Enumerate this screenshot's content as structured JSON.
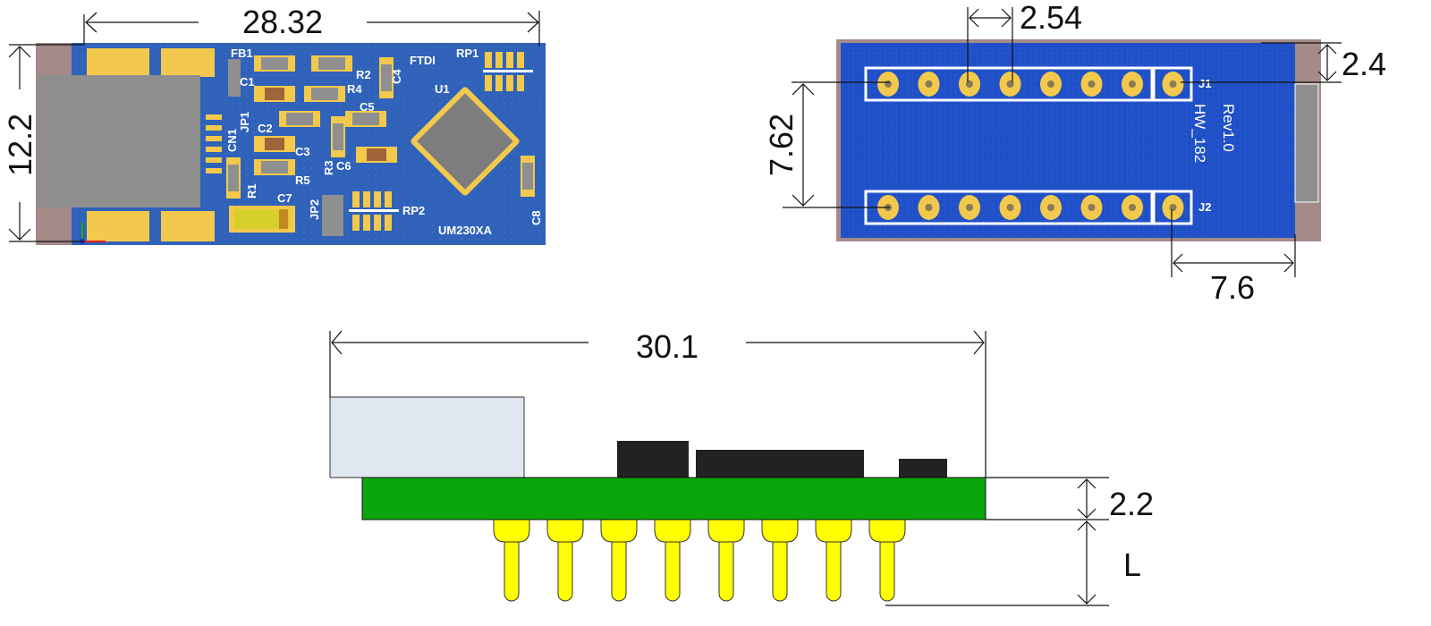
{
  "top_view": {
    "dim_width": "28.32",
    "dim_height": "12.2",
    "labels": {
      "fb1": "FB1",
      "c1": "C1",
      "r2": "R2",
      "r4": "R4",
      "c4": "C4",
      "ftdi": "FTDI",
      "rp1": "RP1",
      "u1": "U1",
      "c5": "C5",
      "jp1": "JP1",
      "cn1": "CN1",
      "c2": "C2",
      "c3": "C3",
      "r3": "R3",
      "c6": "C6",
      "r1": "R1",
      "r5": "R5",
      "c7": "C7",
      "jp2": "JP2",
      "rp2": "RP2",
      "um": "UM230XA",
      "c8": "C8"
    }
  },
  "bottom_view": {
    "dim_pitch": "2.54",
    "dim_row_spacing": "7.62",
    "dim_edge_offset": "2.4",
    "dim_pin_to_edge": "7.6",
    "j1": "J1",
    "j2": "J2",
    "rev": "Rev1.0",
    "hw": "HW_182",
    "pins_per_row": 8
  },
  "side_view": {
    "dim_length": "30.1",
    "dim_thickness": "2.2",
    "dim_pin_length": "L",
    "pin_count": 8
  },
  "colors": {
    "pcb_blue": "#2f62b8",
    "pad_gold": "#f2c94c",
    "pcb_green": "#0aa50a",
    "pin_yellow": "#ffff00",
    "connector_grey": "#8f8f8f",
    "outline_mauve": "#a48a88"
  }
}
